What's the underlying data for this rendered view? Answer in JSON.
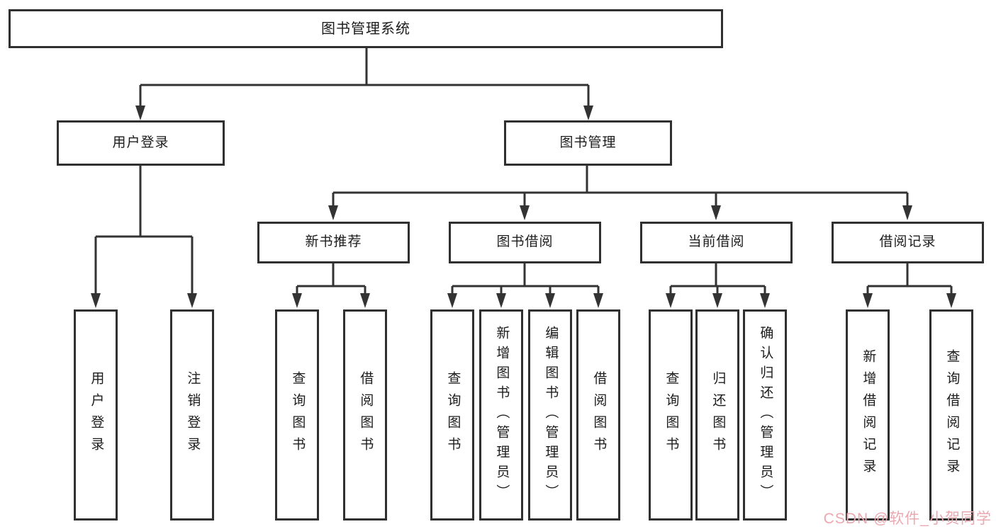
{
  "tree": {
    "label": "图书管理系统",
    "children": [
      {
        "label": "用户登录",
        "children": [
          {
            "label": "用户登录"
          },
          {
            "label": "注销登录"
          }
        ]
      },
      {
        "label": "图书管理",
        "children": [
          {
            "label": "新书推荐",
            "children": [
              {
                "label": "查询图书"
              },
              {
                "label": "借阅图书"
              }
            ]
          },
          {
            "label": "图书借阅",
            "children": [
              {
                "label": "查询图书"
              },
              {
                "label": "新增图书（管理员）"
              },
              {
                "label": "编辑图书（管理员）"
              },
              {
                "label": "借阅图书"
              }
            ]
          },
          {
            "label": "当前借阅",
            "children": [
              {
                "label": "查询图书"
              },
              {
                "label": "归还图书"
              },
              {
                "label": "确认归还（管理员）"
              }
            ]
          },
          {
            "label": "借阅记录",
            "children": [
              {
                "label": "新增借阅记录"
              },
              {
                "label": "查询借阅记录"
              }
            ]
          }
        ]
      }
    ]
  },
  "watermark": {
    "text": "CSDN @软件_小贺同学",
    "color": "#eba8b0"
  },
  "colors": {
    "line": "#333333",
    "border": "#303030",
    "text": "#1c1c1c",
    "background": "#ffffff"
  }
}
